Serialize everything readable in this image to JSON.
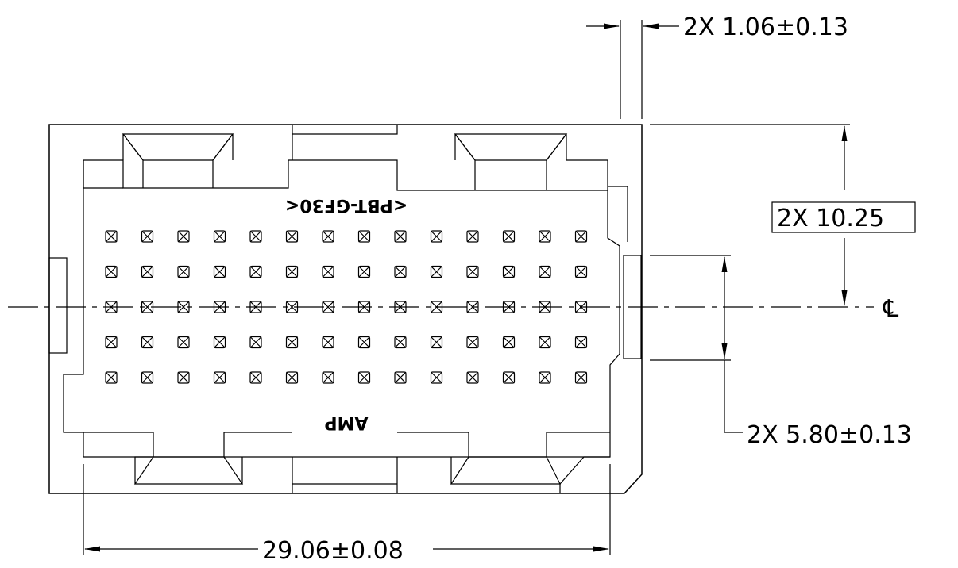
{
  "drawing": {
    "dimensions": {
      "top_gap": "2X  1.06±0.13",
      "height_boxed": "2X  10.25",
      "centerline_symbol": "℄",
      "inner_height": "2X  5.80±0.13",
      "width": "29.06±0.08"
    },
    "labels": {
      "part_marking": "<PBT-GF30<",
      "brand_marking": "AMP"
    },
    "pin_grid": {
      "rows": 5,
      "cols": 14
    }
  }
}
